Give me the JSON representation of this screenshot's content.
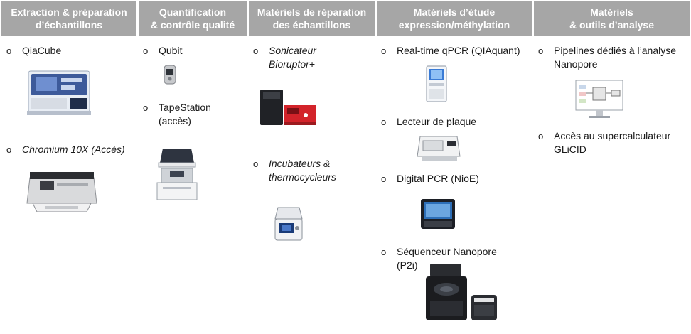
{
  "columns": [
    {
      "header": "Extraction & préparation\nd’échantillons",
      "items": [
        {
          "label": "QiaCube",
          "italic": false,
          "icon": "qiacube-instrument-icon"
        },
        {
          "label": "Chromium 10X (Accès)",
          "italic": true,
          "icon": "chromium-10x-instrument-icon"
        }
      ]
    },
    {
      "header": "Quantification\n& contrôle qualité",
      "items": [
        {
          "label": "Qubit",
          "italic": false,
          "icon": "qubit-fluorometer-icon"
        },
        {
          "label": "TapeStation\n(accès)",
          "italic": false,
          "icon": "tapestation-instrument-icon"
        }
      ]
    },
    {
      "header": "Matériels de réparation\ndes échantillons",
      "items": [
        {
          "label": "Sonicateur\nBioruptor+",
          "italic": true,
          "icon": "bioruptor-sonicator-icon"
        },
        {
          "label": "Incubateurs &\nthermocycleurs",
          "italic": true,
          "icon": "thermocycler-icon"
        }
      ]
    },
    {
      "header": "Matériels d’étude\nexpression/méthylation",
      "items": [
        {
          "label": "Real-time qPCR (QIAquant)",
          "italic": false,
          "icon": "qpcr-instrument-icon"
        },
        {
          "label": "Lecteur de plaque",
          "italic": false,
          "icon": "plate-reader-icon"
        },
        {
          "label": "Digital PCR (NioE)",
          "italic": false,
          "icon": "digital-pcr-icon"
        },
        {
          "label": "Séquenceur Nanopore\n(P2i)",
          "italic": false,
          "icon": "nanopore-sequencer-icon"
        }
      ]
    },
    {
      "header": "Matériels\n& outils d’analyse",
      "items": [
        {
          "label": "Pipelines dédiés à l’analyse\nNanopore",
          "italic": false,
          "icon": "analysis-monitor-icon"
        },
        {
          "label": "Accès au supercalculateur\nGLiCID",
          "italic": false,
          "icon": ""
        }
      ]
    }
  ],
  "bullet_glyph": "o",
  "colors": {
    "header_bg": "#a6a6a6",
    "header_text": "#ffffff"
  }
}
